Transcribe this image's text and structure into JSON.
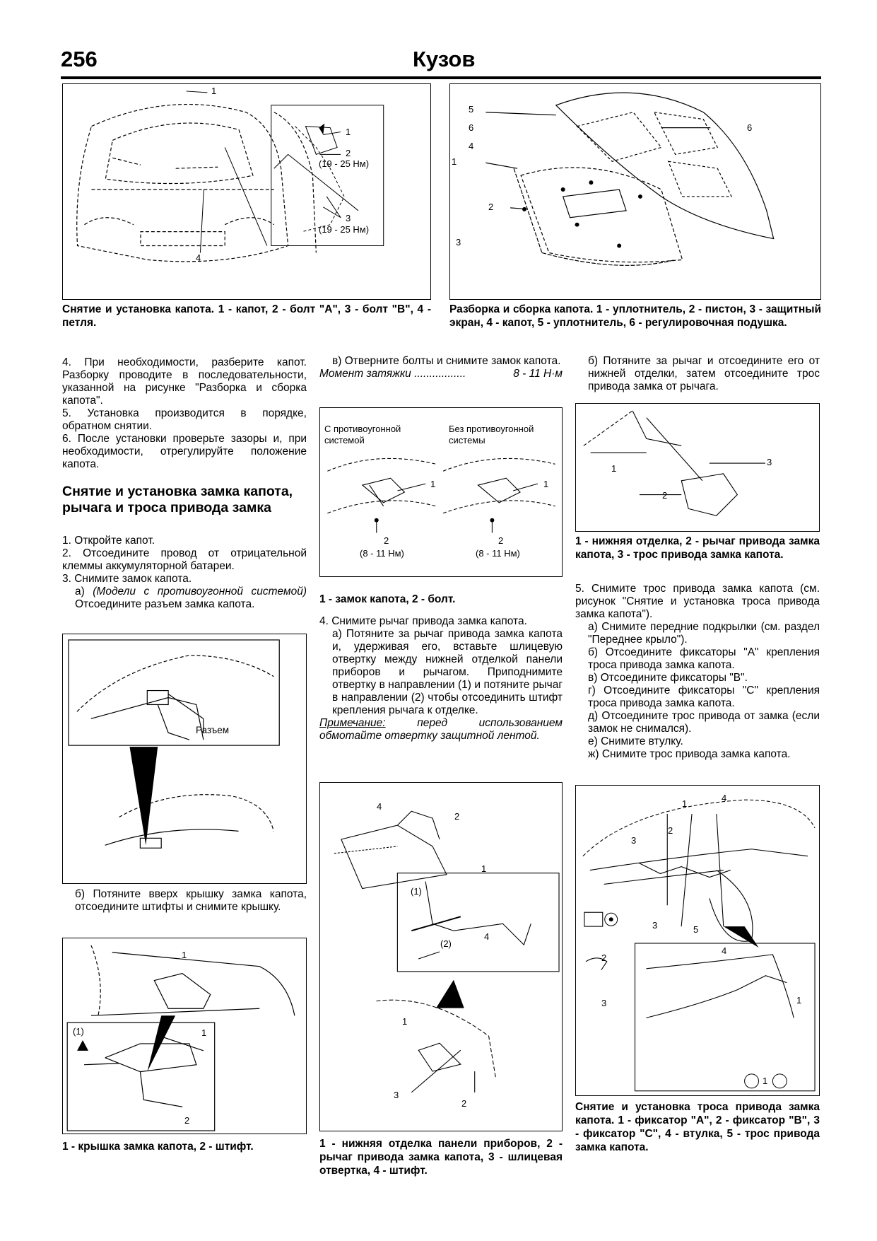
{
  "header": {
    "page_number": "256",
    "section_title": "Кузов"
  },
  "figures": {
    "fig1": {
      "labels": {
        "l1a": "1",
        "l1b": "1",
        "l2": "2",
        "l2t": "(19 - 25 Нм)",
        "l3": "3",
        "l3t": "(19 - 25 Нм)",
        "l4": "4"
      },
      "caption": "Снятие и установка капота. 1 - капот, 2 - болт \"А\", 3 - болт \"В\", 4 - петля."
    },
    "fig2": {
      "labels": {
        "l5": "5",
        "l6a": "6",
        "l4": "4",
        "l1": "1",
        "l6b": "6",
        "l2": "2",
        "l3": "3"
      },
      "caption": "Разборка и сборка капота. 1 - уплотнитель, 2 - пистон, 3 - защитный экран, 4 - капот, 5 - уплотнитель, 6 - регулировочная подушка."
    },
    "fig3": {
      "labels": {
        "conn": "Разъем"
      }
    },
    "fig4": {
      "labels": {
        "l1a": "1",
        "arrow": "(1)",
        "l1b": "1",
        "l2": "2"
      },
      "caption": "1 - крышка замка капота, 2 - штифт."
    },
    "fig5": {
      "labels": {
        "with_alarm": "С противоугонной системой",
        "without_alarm": "Без противоугонной системы",
        "l1a": "1",
        "l1b": "1",
        "l2a": "2",
        "t2a": "(8 - 11 Нм)",
        "l2b": "2",
        "t2b": "(8 - 11 Нм)"
      },
      "caption": "1 - замок капота, 2 - болт."
    },
    "fig6": {
      "labels": {
        "l4": "4",
        "l2": "2",
        "l1a": "1",
        "a1": "(1)",
        "a2": "(2)",
        "l4b": "4",
        "l1b": "1",
        "l3": "3",
        "l2b": "2"
      },
      "caption": "1 - нижняя отделка панели приборов, 2 - рычаг привода замка капота, 3 - шлицевая отвертка, 4 - штифт."
    },
    "fig7": {
      "labels": {
        "l3": "3",
        "l1": "1",
        "l2": "2"
      },
      "caption": "1 - нижняя отделка, 2 - рычаг привода замка капота, 3 - трос привода замка капота."
    },
    "fig8": {
      "labels": {
        "l1": "1",
        "l4": "4",
        "l2": "2",
        "l3": "3",
        "l3b": "3",
        "l5": "5",
        "s2": "2",
        "s3": "3",
        "i4": "4",
        "i1a": "1",
        "i1b": "1"
      },
      "caption": "Снятие и установка троса привода замка капота. 1 - фиксатор \"А\", 2 - фиксатор \"В\", 3 - фиксатор \"С\", 4 - втулка, 5 - трос привода замка капота."
    }
  },
  "col1": {
    "p4": "4. При необходимости, разберите капот. Разборку проводите в последовательности, указанной на рисунке \"Разборка и сборка капота\".",
    "p5": "5. Установка производится в порядке, обратном снятии.",
    "p6": "6. После установки проверьте зазоры и, при необходимости, отрегулируйте положение капота.",
    "heading": "Снятие и установка замка капота, рычага и троса привода замка",
    "s1": "1. Откройте капот.",
    "s2": "2. Отсоедините провод от отрицательной клеммы аккумуляторной батареи.",
    "s3": "3. Снимите замок капота.",
    "s3a_prefix": "а) ",
    "s3a_italic": "(Модели с противоугонной системой)",
    "s3a_rest": " Отсоедините разъем замка капота.",
    "s3b": "б) Потяните вверх крышку замка капота, отсоедините штифты и снимите крышку."
  },
  "col2": {
    "s3v": "в) Отверните болты и снимите замок капота.",
    "torque_label": "Момент затяжки",
    "torque_dots": " .................",
    "torque_value": "8 - 11 Н·м",
    "s4": "4. Снимите рычаг привода замка капота.",
    "s4a": "а) Потяните за рычаг привода замка капота и, удерживая его, вставьте шлицевую отвертку между нижней отделкой панели приборов и рычагом. Приподнимите отвертку в направлении (1) и потяните рычаг в направлении (2) чтобы отсоединить штифт крепления рычага к отделке.",
    "note_label": "Примечание:",
    "note_text": " перед использованием обмотайте отвертку защитной лентой."
  },
  "col3": {
    "s4b": "б) Потяните за рычаг и отсоедините его от нижней отделки, затем отсоедините трос привода замка от рычага.",
    "s5": "5. Снимите трос привода замка капота (см. рисунок \"Снятие и установка троса привода замка капота\").",
    "s5a": "а) Снимите передние подкрылки (см. раздел \"Переднее крыло\").",
    "s5b": "б) Отсоедините фиксаторы \"А\" крепления троса привода замка капота.",
    "s5v": "в) Отсоедините фиксаторы \"В\".",
    "s5g": "г) Отсоедините фиксаторы \"С\" крепления троса привода замка капота.",
    "s5d": "д) Отсоедините трос привода от замка (если замок не снимался).",
    "s5e": "е) Снимите втулку.",
    "s5zh": "ж) Снимите трос привода замка капота."
  }
}
